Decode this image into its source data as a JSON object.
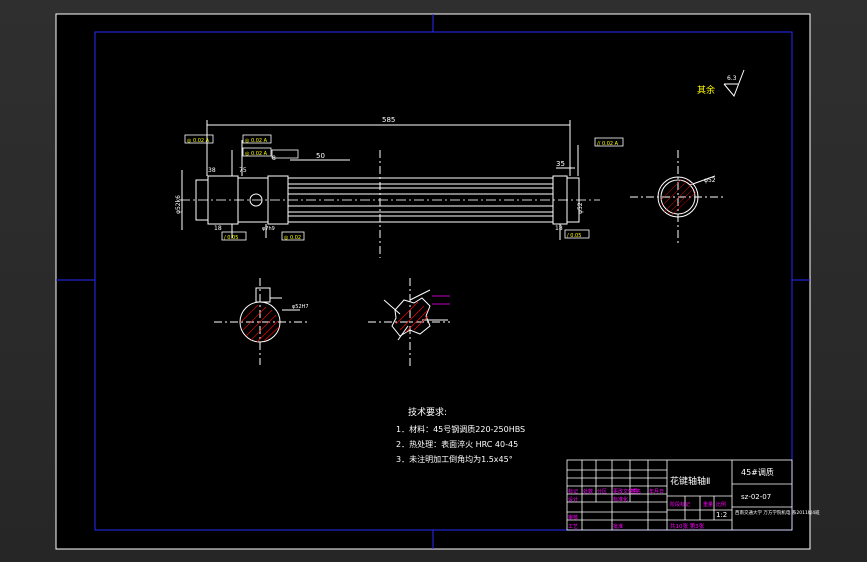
{
  "dimensions": {
    "overall_length": "585",
    "spline_length": "50",
    "end_length": "35",
    "shoulder_left": "38",
    "shoulder_step": "75",
    "diameter_left": "φ52k6",
    "diameter_right": "φ52",
    "roughness_other": "6.3",
    "other_label": "其余",
    "label_8": "8",
    "label_18a": "18",
    "label_18b": "18",
    "keyway_ref": "φ7h9",
    "section_dim": "φ52H7"
  },
  "tolerance_frames": {
    "gdt_1": "◎ 0.02 A",
    "gdt_2": "◎ 0.02 A",
    "gdt_3": "◎ 0.02 A",
    "gdt_4": "// 0.02 A",
    "gdt_5": "/ 0.05",
    "gdt_6": "/ 0.05",
    "gdt_7": "◎ 0.02"
  },
  "technical_requirements": {
    "heading": "技术要求:",
    "items": [
      "1．材料：45号钢调质220-250HBS",
      "2．热处理：表面淬火 HRC 40-45",
      "3．未注明加工倒角均为1.5x45°"
    ]
  },
  "title_block": {
    "part_name": "花键轴轴Ⅱ",
    "material": "45#调质",
    "drawing_no": "sz-02-07",
    "scale_label": "比例",
    "scale_value": "1:2",
    "sheet_info": "共10张 第3张",
    "school": "西南交通大学 万方学院机电 系2011级4班",
    "row_labels": [
      "标记",
      "处数",
      "分区",
      "更改文件号",
      "签名",
      "年月日"
    ],
    "designer_label": "设计",
    "review_label": "审核",
    "process_label": "工艺",
    "approve_label": "批准",
    "standard_label": "标准化",
    "stage_label": "阶段标记",
    "weight_label": "重量"
  },
  "colors": {
    "background": "#000000",
    "line": "#ffffff",
    "border_blue": "#1c1cff",
    "magenta": "#ff00ff",
    "yellow": "#ffff00",
    "red": "#ff0000",
    "cyan": "#00ffff",
    "green": "#00ff00"
  }
}
